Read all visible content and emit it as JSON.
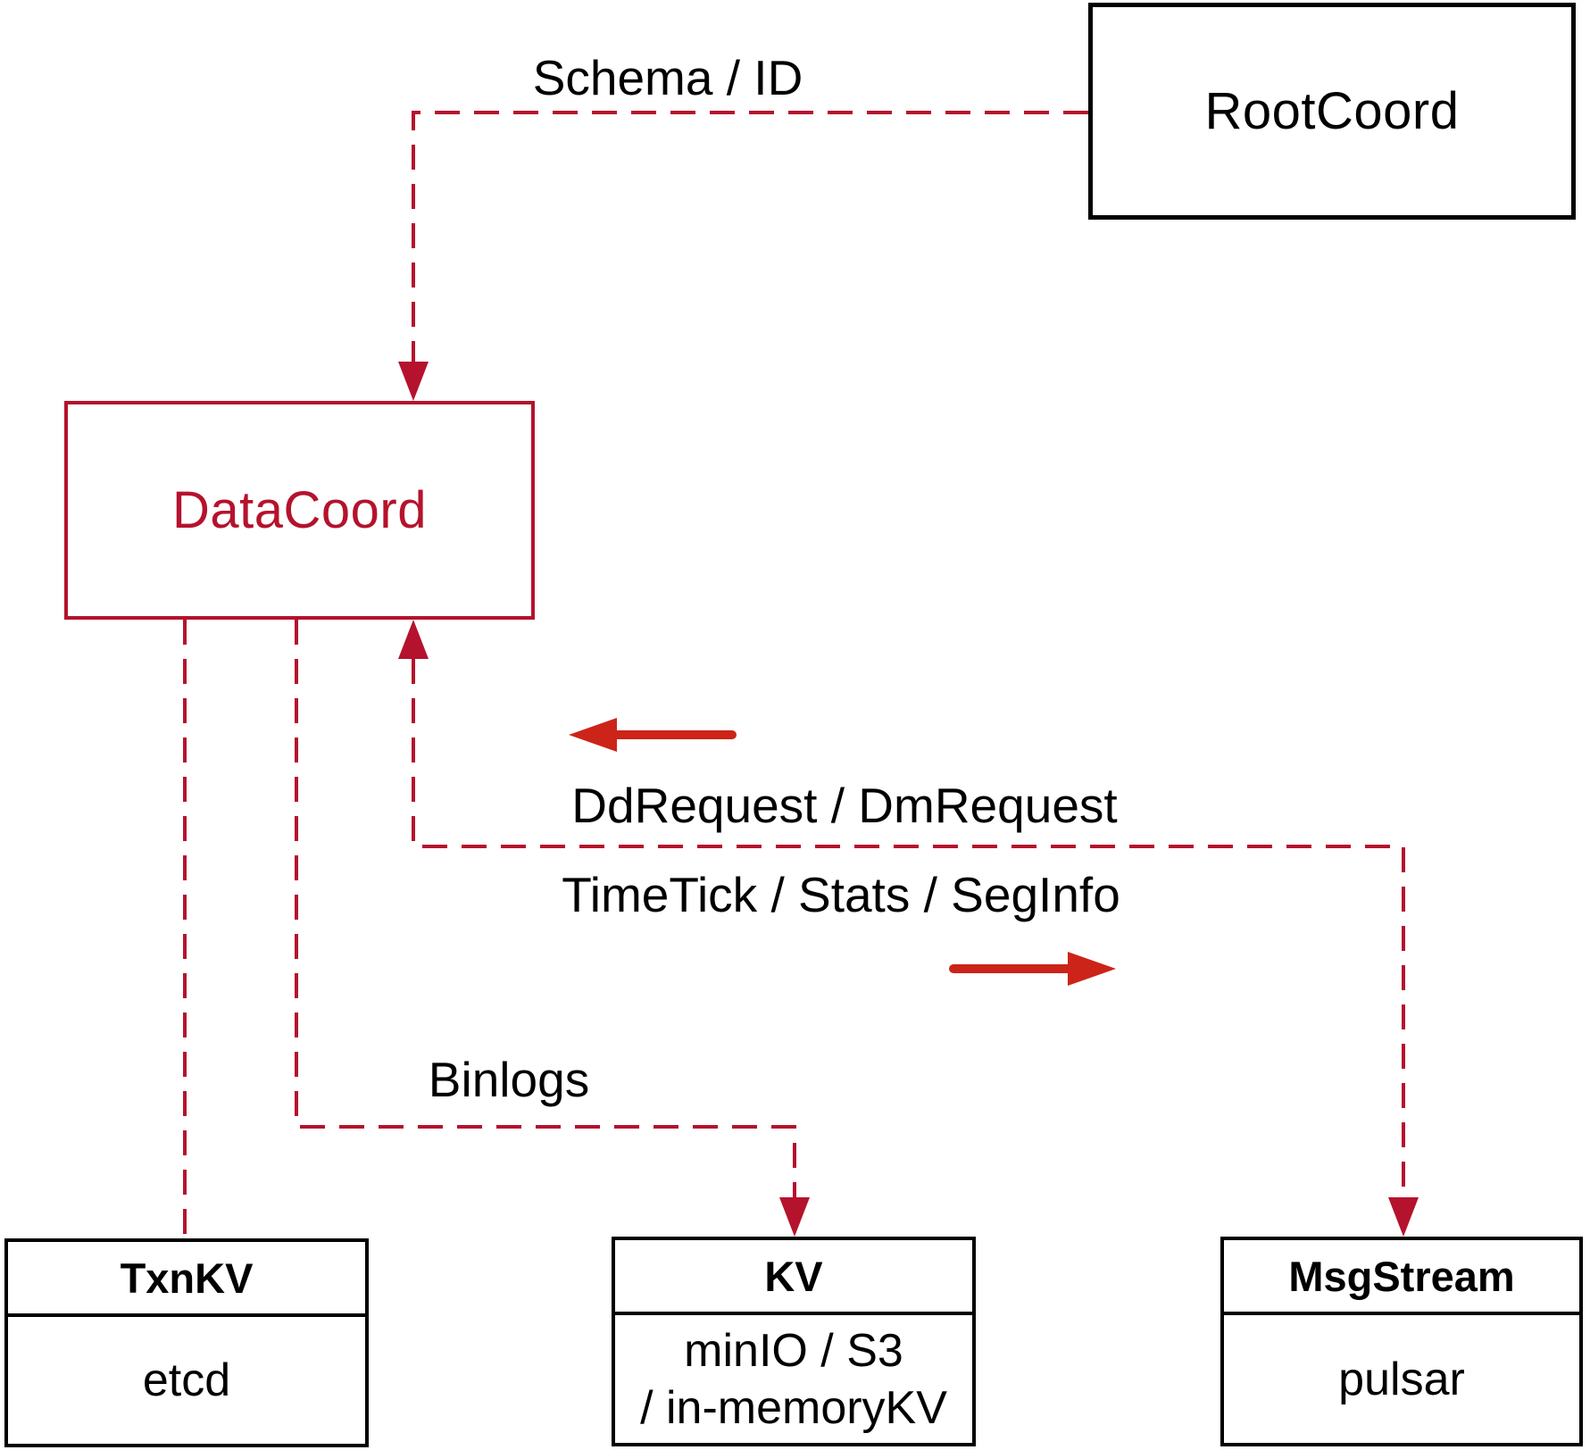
{
  "diagram": {
    "colors": {
      "connector_red": "#b5122d",
      "solid_arrow_red": "#cc2418",
      "box_border_black": "#000000",
      "background": "#ffffff"
    },
    "nodes": {
      "rootcoord": {
        "label": "RootCoord"
      },
      "datacoord": {
        "label": "DataCoord"
      },
      "txnkv": {
        "title": "TxnKV",
        "impl": "etcd"
      },
      "kv": {
        "title": "KV",
        "impl_line1": "minIO / S3",
        "impl_line2": "/ in-memoryKV"
      },
      "msgstream": {
        "title": "MsgStream",
        "impl": "pulsar"
      }
    },
    "edges": {
      "schema_label": "Schema / ID",
      "ddrequest_label": "DdRequest / DmRequest",
      "timetick_label": "TimeTick / Stats / SegInfo",
      "binlogs_label": "Binlogs"
    }
  }
}
